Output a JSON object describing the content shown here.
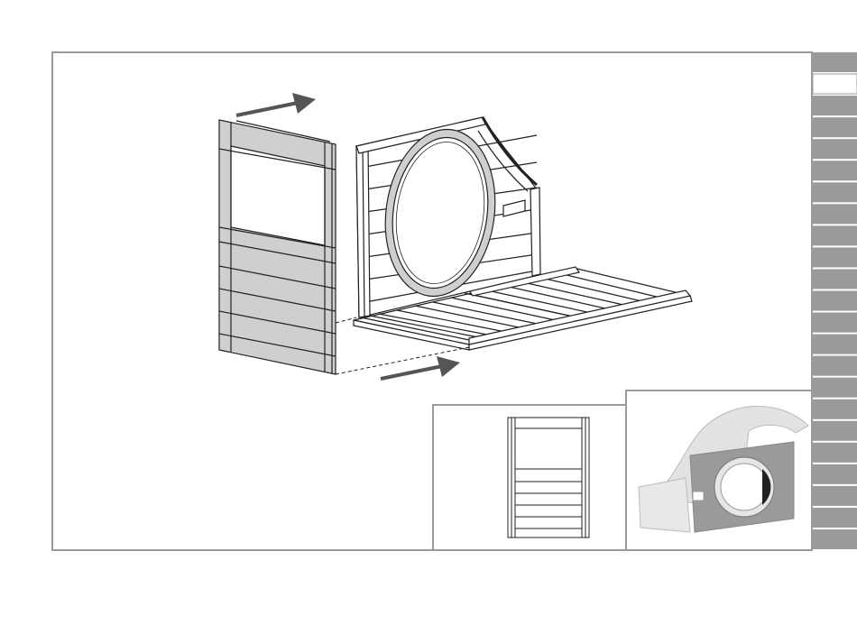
{
  "page": {
    "background": "#ffffff",
    "frame_color": "#9a9a9a"
  },
  "side_tabs": {
    "count": 23,
    "active_index": 1,
    "tab_color": "#9a9a9a",
    "active_color": "#ffffff"
  },
  "figures": {
    "main": "assembly-illustration",
    "inset_left": "front-wall-panel-detail",
    "inset_right": "finished-playhouse-preview"
  },
  "arrows": {
    "count": 2,
    "color": "#555555"
  }
}
